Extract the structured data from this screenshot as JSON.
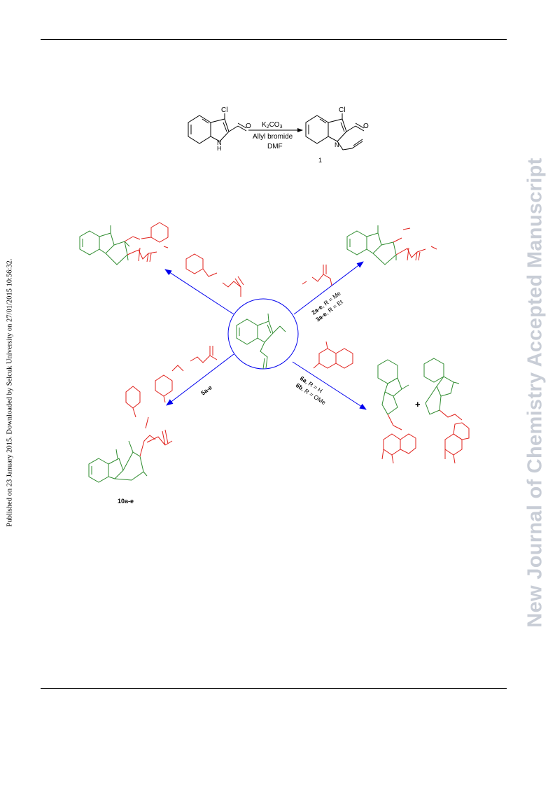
{
  "sidebar": {
    "published": "Published on 23 January 2015. Downloaded by Selcuk University on 27/01/2015 10:56:32.",
    "journal_banner": "New Journal of Chemistry Accepted Manuscript"
  },
  "scheme1": {
    "cl_start": "Cl",
    "cl_product": "Cl",
    "nh": "N",
    "h": "H",
    "o_start": "O",
    "o_product": "O",
    "reagent_line1": "K",
    "reagent_line1_sub": "2",
    "reagent_line1_b": "CO",
    "reagent_line1_sub2": "3",
    "reagent_line2": "Allyl bromide",
    "reagent_line3": "DMF",
    "product_label": "1"
  },
  "scheme2": {
    "label_2a": "2a-e",
    "label_2a_rest": ", R = Me",
    "label_3a": "3a-e",
    "label_3a_rest": ", R = Et",
    "label_5a": "5a-e",
    "label_6a": "6a",
    "label_6a_rest": ", R = H",
    "label_6b": "6b",
    "label_6b_rest": ", R = OMe",
    "plus": "+",
    "label_10a": "10a-e"
  },
  "colors": {
    "green": "#2e8b2e",
    "red": "#e0201b",
    "blue": "#0000ee",
    "banner": "#c8cdd6"
  }
}
